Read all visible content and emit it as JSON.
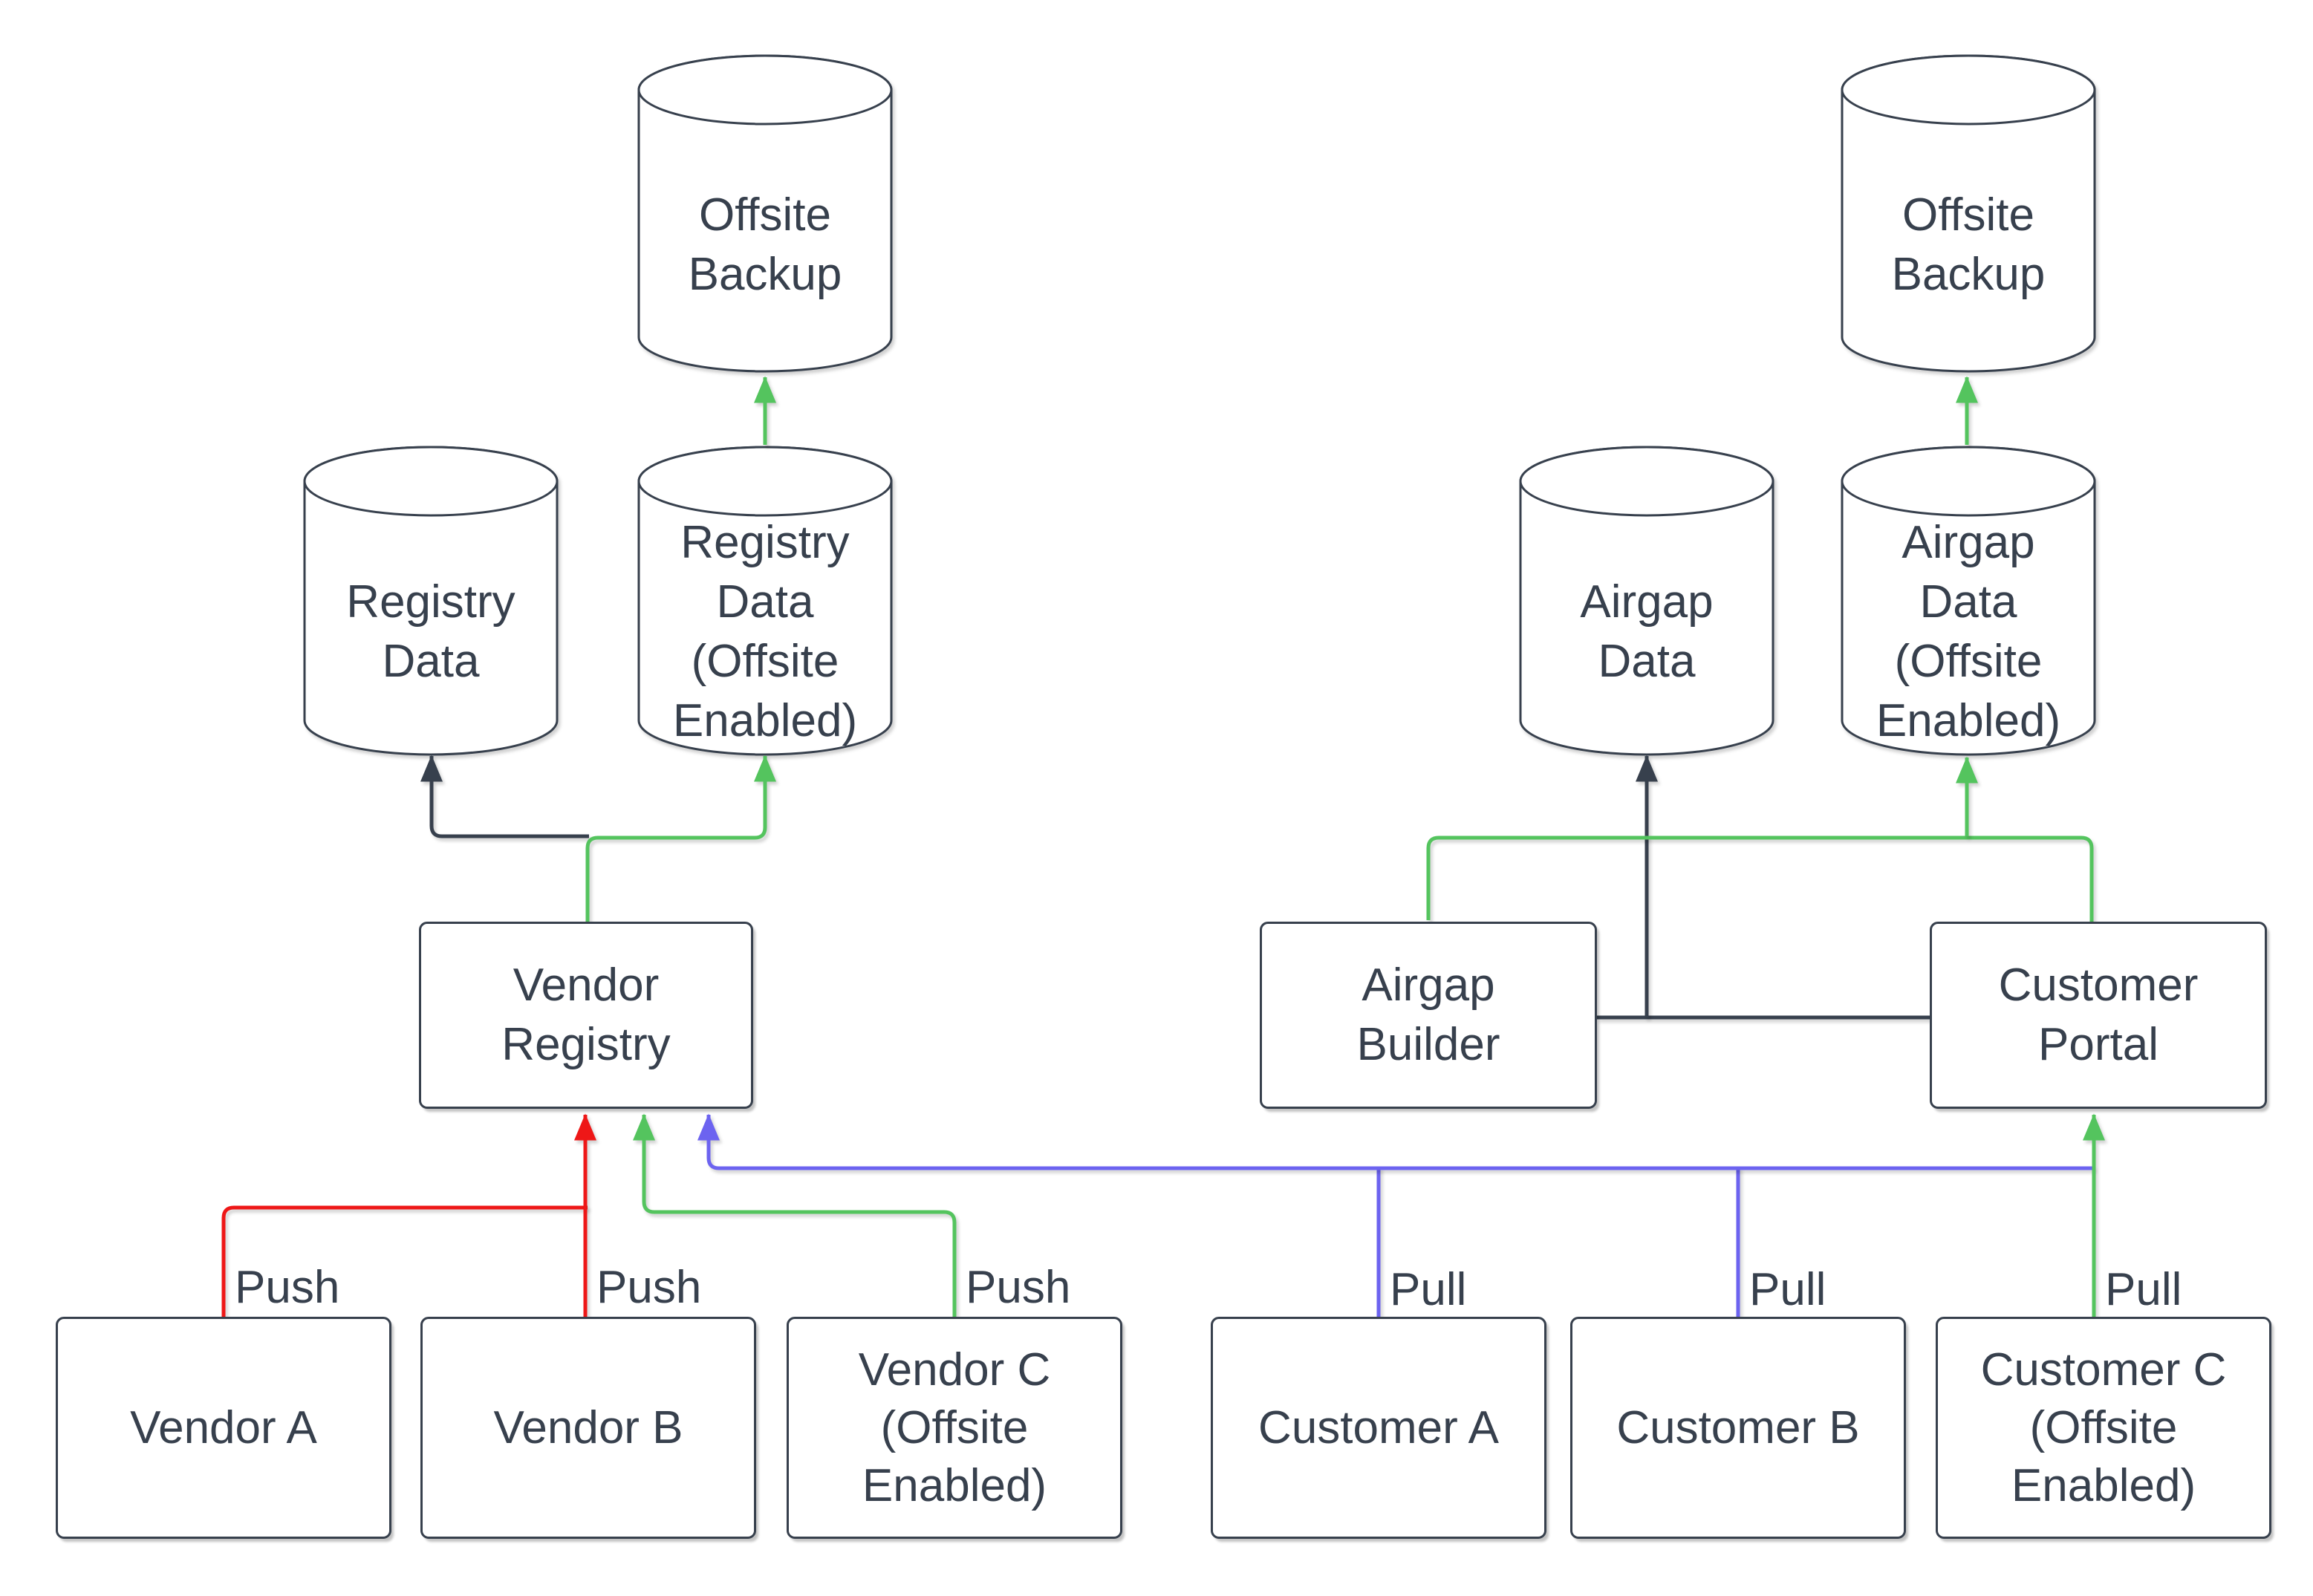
{
  "diagram": {
    "colors": {
      "stroke_dark": "#37404d",
      "edge_red": "#ee1717",
      "edge_green": "#54c45e",
      "edge_purple": "#6c63f0",
      "shape_fill": "#ffffff"
    },
    "cylinders": {
      "offsite_backup_left": "Offsite\nBackup",
      "registry_data": "Registry\nData",
      "registry_data_offsite": "Registry\nData\n(Offsite\nEnabled)",
      "airgap_data": "Airgap\nData",
      "airgap_data_offsite": "Airgap\nData\n(Offsite\nEnabled)",
      "offsite_backup_right": "Offsite\nBackup"
    },
    "boxes": {
      "vendor_registry": "Vendor\nRegistry",
      "airgap_builder": "Airgap\nBuilder",
      "customer_portal": "Customer\nPortal",
      "vendor_a": "Vendor A",
      "vendor_b": "Vendor B",
      "vendor_c": "Vendor C\n(Offsite\nEnabled)",
      "customer_a": "Customer A",
      "customer_b": "Customer B",
      "customer_c": "Customer C\n(Offsite\nEnabled)"
    },
    "edge_labels": {
      "push_vendor_a": "Push",
      "push_vendor_b": "Push",
      "push_vendor_c": "Push",
      "pull_customer_a": "Pull",
      "pull_customer_b": "Pull",
      "pull_customer_c": "Pull"
    }
  }
}
